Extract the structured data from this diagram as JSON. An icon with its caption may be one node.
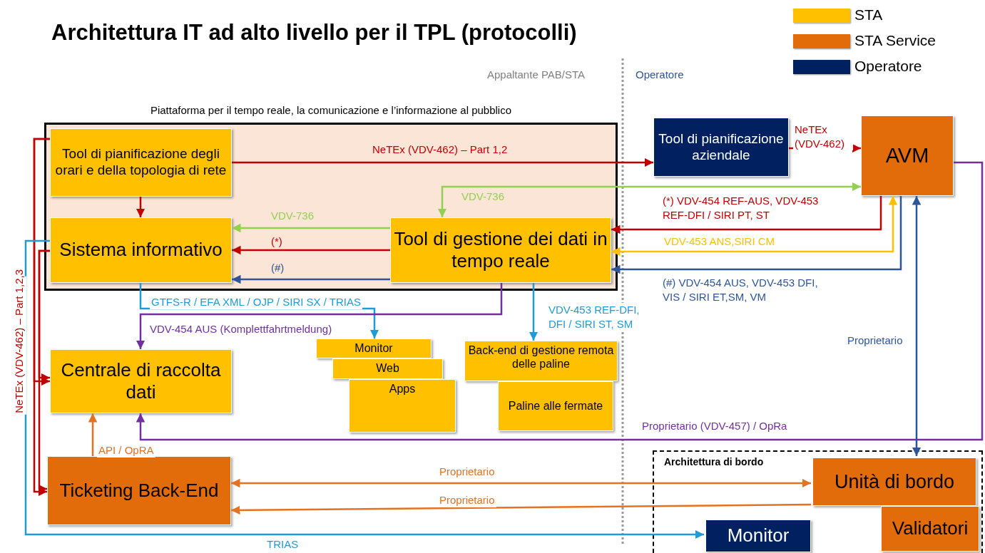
{
  "diagram": {
    "title": "Architettura IT ad alto livello per il TPL (protocolli)",
    "nodes": [
      {
        "text": [
          "Piattaforma per il tempo reale, la comunicazione e l’informazione al pubblico"
        ]
      },
      {
        "text": [
          "Tool di pianificazione degli orari e della topologia di rete"
        ],
        "in": 0
      },
      {
        "text": [
          "Sistema informativo"
        ],
        "in": 0
      },
      {
        "text": [
          "Tool di gestione dei dati in tempo reale"
        ],
        "in": 0
      },
      {
        "text": [
          "Tool di pianificazione aziendale"
        ]
      },
      {
        "text": [
          "AVM"
        ]
      },
      {
        "text": [
          "Centrale di raccolta dati"
        ]
      },
      {
        "text": [
          "Monitor"
        ]
      },
      {
        "text": [
          "Web"
        ]
      },
      {
        "text": [
          "Apps"
        ]
      },
      {
        "text": [
          "Back-end di gestione remota delle paline"
        ]
      },
      {
        "text": [
          "Paline alle fermate"
        ]
      },
      {
        "text": [
          "Ticketing Back-End"
        ]
      },
      {
        "text": [
          "Architettura di bordo"
        ]
      },
      {
        "text": [
          "Unità di bordo"
        ],
        "in": 13
      },
      {
        "text": [
          "Validatori"
        ],
        "in": 13
      },
      {
        "text": [
          "Monitor"
        ],
        "in": 13
      }
    ],
    "edges": [
      {
        "from": 1,
        "to": 4,
        "arrow": "to",
        "label": "NeTEx (VDV-462) – Part 1,2"
      },
      {
        "from": 4,
        "to": 5,
        "arrow": "to",
        "label": "NeTEx (VDV-462)"
      },
      {
        "from": 1,
        "to": 2,
        "arrow": "to"
      },
      {
        "from": 3,
        "to": 2,
        "arrow": "to",
        "label": "VDV-736",
        "color": "#92d050"
      },
      {
        "from": 3,
        "to": 2,
        "arrow": "to",
        "label": "(*)"
      },
      {
        "from": 3,
        "to": 2,
        "arrow": "to",
        "label": "(#)",
        "color": "#2f5597"
      },
      {
        "from": 3,
        "to": 5,
        "arrow": "both",
        "label": "VDV-736",
        "color": "#92d050"
      },
      {
        "from": 5,
        "to": 3,
        "arrow": "to",
        "label": "(*) VDV-454 REF-AUS, VDV-453 REF-DFI / SIRI PT, ST"
      },
      {
        "from": 3,
        "to": 5,
        "arrow": "both",
        "label": "VDV-453 ANS,SIRI CM",
        "color": "#ffc000"
      },
      {
        "from": 5,
        "to": 3,
        "arrow": "to",
        "label": "(#) VDV-454 AUS, VDV-453 DFI, VIS / SIRI ET,SM, VM",
        "color": "#2f5597"
      },
      {
        "from": 1,
        "to": 6,
        "arrow": "to",
        "label": "NeTEx (VDV-462) – Part 1,2,3"
      },
      {
        "from": 1,
        "to": 12,
        "arrow": "to"
      },
      {
        "from": 2,
        "to": 6,
        "arrow": "to"
      },
      {
        "from": 2,
        "to": 12,
        "arrow": "to"
      },
      {
        "from": 2,
        "to": 7,
        "arrow": "to",
        "label": "GTFS-R / EFA XML / OJP / SIRI SX / TRIAS",
        "color": "#1f9bd7"
      },
      {
        "from": 3,
        "to": 6,
        "arrow": "to",
        "label": "VDV-454 AUS (Komplettfahrtmeldung)",
        "color": "#7030a0"
      },
      {
        "from": 3,
        "to": 10,
        "arrow": "to",
        "label": "VDV-453 REF-DFI, DFI / SIRI ST, SM",
        "color": "#1f9bd7"
      },
      {
        "from": 5,
        "to": 6,
        "arrow": "to",
        "label": "Proprietario (VDV-457) / OpRa",
        "color": "#7030a0"
      },
      {
        "from": 5,
        "to": 14,
        "arrow": "both",
        "label": "Proprietario",
        "color": "#2f5597"
      },
      {
        "from": 12,
        "to": 6,
        "arrow": "to",
        "label": "API / OpRA",
        "color": "#e37222"
      },
      {
        "from": 12,
        "to": 14,
        "arrow": "both",
        "label": "Proprietario",
        "color": "#e37222"
      },
      {
        "from": 14,
        "to": 12,
        "arrow": "to",
        "label": "Proprietario",
        "color": "#e37222"
      },
      {
        "from": 2,
        "to": 16,
        "arrow": "to",
        "label": "TRIAS",
        "color": "#1f9bd7"
      }
    ],
    "labels": [
      "Appaltante PAB/STA",
      "Operatore"
    ],
    "legend": [
      {
        "text": "STA",
        "color": "#ffc000"
      },
      {
        "text": "STA Service",
        "color": "#e36c0a"
      },
      {
        "text": "Operatore",
        "color": "#002060"
      }
    ]
  }
}
